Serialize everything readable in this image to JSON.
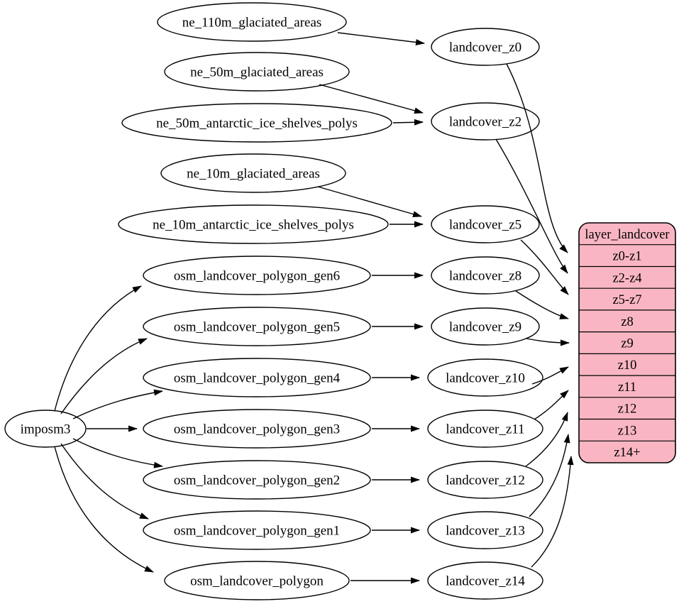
{
  "diagram": {
    "type": "dependency-graph",
    "background_color": "#ffffff",
    "node_fill": "#ffffff",
    "node_stroke": "#000000",
    "edge_color": "#000000",
    "nodes": {
      "imposm3": "imposm3",
      "ne_110m_glaciated_areas": "ne_110m_glaciated_areas",
      "ne_50m_glaciated_areas": "ne_50m_glaciated_areas",
      "ne_50m_antarctic_ice_shelves_polys": "ne_50m_antarctic_ice_shelves_polys",
      "ne_10m_glaciated_areas": "ne_10m_glaciated_areas",
      "ne_10m_antarctic_ice_shelves_polys": "ne_10m_antarctic_ice_shelves_polys",
      "osm_landcover_polygon_gen6": "osm_landcover_polygon_gen6",
      "osm_landcover_polygon_gen5": "osm_landcover_polygon_gen5",
      "osm_landcover_polygon_gen4": "osm_landcover_polygon_gen4",
      "osm_landcover_polygon_gen3": "osm_landcover_polygon_gen3",
      "osm_landcover_polygon_gen2": "osm_landcover_polygon_gen2",
      "osm_landcover_polygon_gen1": "osm_landcover_polygon_gen1",
      "osm_landcover_polygon": "osm_landcover_polygon",
      "landcover_z0": "landcover_z0",
      "landcover_z2": "landcover_z2",
      "landcover_z5": "landcover_z5",
      "landcover_z8": "landcover_z8",
      "landcover_z9": "landcover_z9",
      "landcover_z10": "landcover_z10",
      "landcover_z11": "landcover_z11",
      "landcover_z12": "landcover_z12",
      "landcover_z13": "landcover_z13",
      "landcover_z14": "landcover_z14"
    },
    "table": {
      "title": "layer_landcover",
      "fill": "#f9b6c2",
      "stroke": "#000000",
      "rows": [
        "z0-z1",
        "z2-z4",
        "z5-z7",
        "z8",
        "z9",
        "z10",
        "z11",
        "z12",
        "z13",
        "z14+"
      ]
    },
    "edges": [
      {
        "from": "ne_110m_glaciated_areas",
        "to": "landcover_z0"
      },
      {
        "from": "ne_50m_glaciated_areas",
        "to": "landcover_z2"
      },
      {
        "from": "ne_50m_antarctic_ice_shelves_polys",
        "to": "landcover_z2"
      },
      {
        "from": "ne_10m_glaciated_areas",
        "to": "landcover_z5"
      },
      {
        "from": "ne_10m_antarctic_ice_shelves_polys",
        "to": "landcover_z5"
      },
      {
        "from": "osm_landcover_polygon_gen6",
        "to": "landcover_z8"
      },
      {
        "from": "osm_landcover_polygon_gen5",
        "to": "landcover_z9"
      },
      {
        "from": "osm_landcover_polygon_gen4",
        "to": "landcover_z10"
      },
      {
        "from": "osm_landcover_polygon_gen3",
        "to": "landcover_z11"
      },
      {
        "from": "osm_landcover_polygon_gen2",
        "to": "landcover_z12"
      },
      {
        "from": "osm_landcover_polygon_gen1",
        "to": "landcover_z13"
      },
      {
        "from": "osm_landcover_polygon",
        "to": "landcover_z14"
      },
      {
        "from": "imposm3",
        "to": "osm_landcover_polygon_gen6"
      },
      {
        "from": "imposm3",
        "to": "osm_landcover_polygon_gen5"
      },
      {
        "from": "imposm3",
        "to": "osm_landcover_polygon_gen4"
      },
      {
        "from": "imposm3",
        "to": "osm_landcover_polygon_gen3"
      },
      {
        "from": "imposm3",
        "to": "osm_landcover_polygon_gen2"
      },
      {
        "from": "imposm3",
        "to": "osm_landcover_polygon_gen1"
      },
      {
        "from": "imposm3",
        "to": "osm_landcover_polygon"
      },
      {
        "from": "landcover_z0",
        "to": "layer_landcover.z0-z1"
      },
      {
        "from": "landcover_z2",
        "to": "layer_landcover.z2-z4"
      },
      {
        "from": "landcover_z5",
        "to": "layer_landcover.z5-z7"
      },
      {
        "from": "landcover_z8",
        "to": "layer_landcover.z8"
      },
      {
        "from": "landcover_z9",
        "to": "layer_landcover.z9"
      },
      {
        "from": "landcover_z10",
        "to": "layer_landcover.z10"
      },
      {
        "from": "landcover_z11",
        "to": "layer_landcover.z11"
      },
      {
        "from": "landcover_z12",
        "to": "layer_landcover.z12"
      },
      {
        "from": "landcover_z13",
        "to": "layer_landcover.z13"
      },
      {
        "from": "landcover_z14",
        "to": "layer_landcover.z14+"
      }
    ]
  }
}
